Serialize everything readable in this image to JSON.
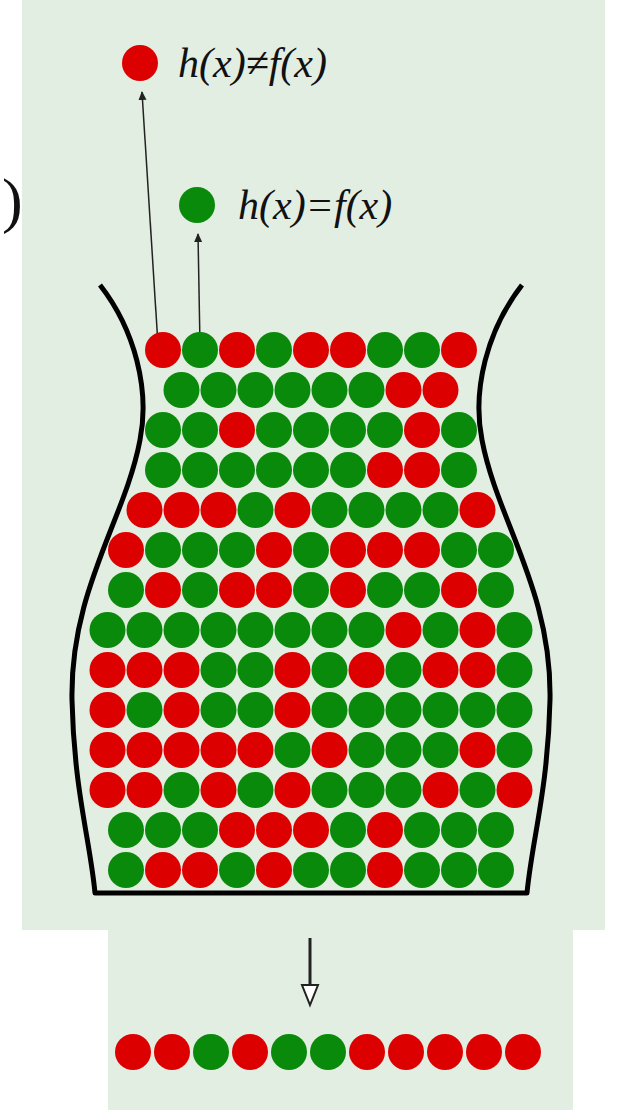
{
  "diagram": {
    "labels": [
      "h(x)≠f(x)",
      "h(x)=f(x)",
      ")"
    ]
  }
}
